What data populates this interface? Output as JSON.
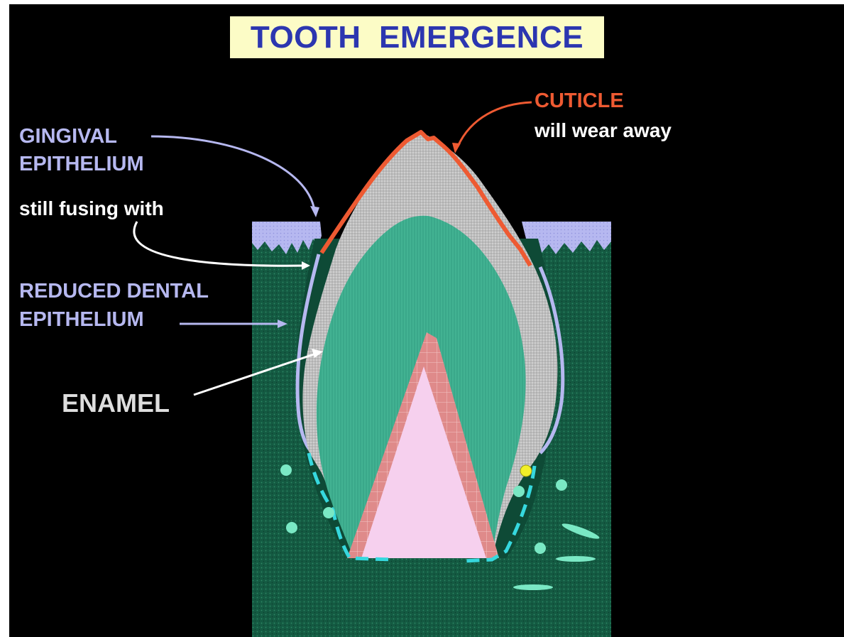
{
  "title": "TOOTH  EMERGENCE",
  "labels": {
    "gingival_line1": "GINGIVAL",
    "gingival_line2": "EPITHELIUM",
    "still_fusing": "still fusing with",
    "reduced_line1": "REDUCED DENTAL",
    "reduced_line2": "EPITHELIUM",
    "enamel": "ENAMEL",
    "cuticle": "CUTICLE",
    "cuticle_note": "will wear away"
  },
  "colors": {
    "background": "#000000",
    "title_box": "#fcfcc6",
    "title_text": "#2c36b0",
    "gum_tissue": "#145a42",
    "gingival_epithelium": "#b6b8f0",
    "enamel": "#c8c8c8",
    "dentin": "#3aa88a",
    "predentin": "#e08a8a",
    "pulp": "#f6d0ee",
    "cuticle": "#ee5a32",
    "reduced_epithelium_basal": "#36d8de",
    "cells": "#7ae8c4",
    "yellow_cell": "#f2f028"
  }
}
